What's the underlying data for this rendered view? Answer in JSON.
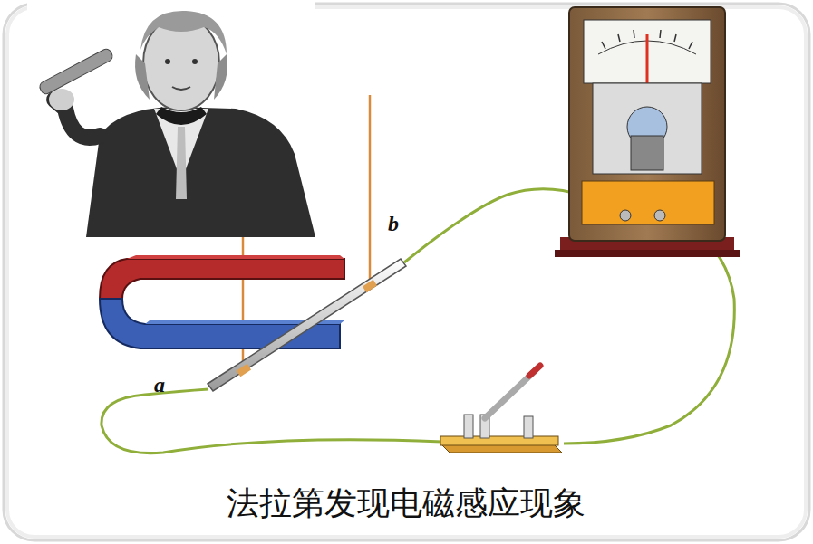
{
  "diagram": {
    "caption": "法拉第发现电磁感应现象",
    "labels": [
      "b",
      "a"
    ]
  }
}
